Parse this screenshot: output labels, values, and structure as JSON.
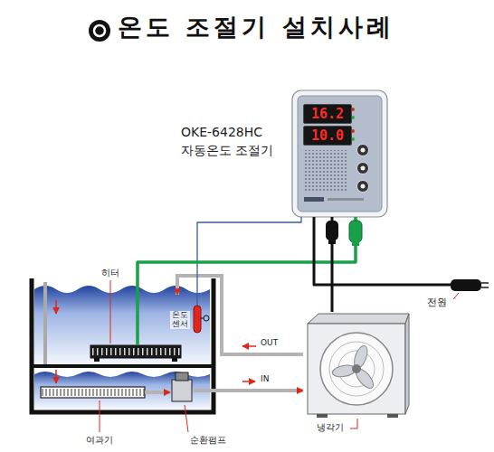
{
  "diagram": {
    "title": "온도 조절기 설치사례",
    "nodes": [
      {
        "text": [
          "OKE-6428HC",
          "자동온도 조절기"
        ]
      },
      {
        "text": [
          "16.2"
        ],
        "in": 0
      },
      {
        "text": [
          "10.0"
        ],
        "in": 0
      },
      {
        "text": [
          "히터"
        ]
      },
      {
        "text": [
          "온도 센서"
        ]
      },
      {
        "text": [
          "여과기"
        ]
      },
      {
        "text": [
          "순환펌프"
        ]
      },
      {
        "text": [
          "냉각기"
        ]
      },
      {
        "text": [
          "전원"
        ]
      }
    ],
    "edges": [
      {
        "from": 0,
        "to": 4,
        "arrow": "none"
      },
      {
        "from": 0,
        "to": 3,
        "arrow": "none"
      },
      {
        "from": 0,
        "to": 7,
        "arrow": "none"
      },
      {
        "from": 0,
        "to": 8,
        "arrow": "none"
      },
      {
        "from": 5,
        "to": 6,
        "arrow": "to"
      },
      {
        "from": 6,
        "to": 7,
        "label": "IN",
        "arrow": "to"
      }
    ],
    "labels": [
      "OUT"
    ]
  }
}
